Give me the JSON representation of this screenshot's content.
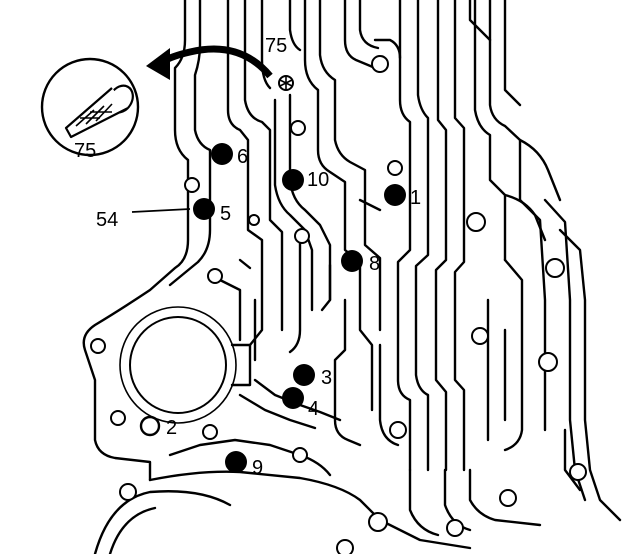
{
  "figure": {
    "type": "valve body check ball location diagram",
    "colors": {
      "line": "#000000",
      "background": "#ffffff"
    }
  },
  "callout": {
    "label": "75",
    "icon": "filter-screen-icon",
    "arrow": "curved-arrow-icon"
  },
  "screen_label": "75",
  "pointer_label": "54",
  "check_balls": [
    {
      "id": "ball-1",
      "label": "1"
    },
    {
      "id": "ball-2",
      "label": "2",
      "style": "open"
    },
    {
      "id": "ball-3",
      "label": "3"
    },
    {
      "id": "ball-4",
      "label": "4"
    },
    {
      "id": "ball-5",
      "label": "5"
    },
    {
      "id": "ball-6",
      "label": "6"
    },
    {
      "id": "ball-8",
      "label": "8"
    },
    {
      "id": "ball-9",
      "label": "9"
    },
    {
      "id": "ball-10",
      "label": "10"
    }
  ]
}
